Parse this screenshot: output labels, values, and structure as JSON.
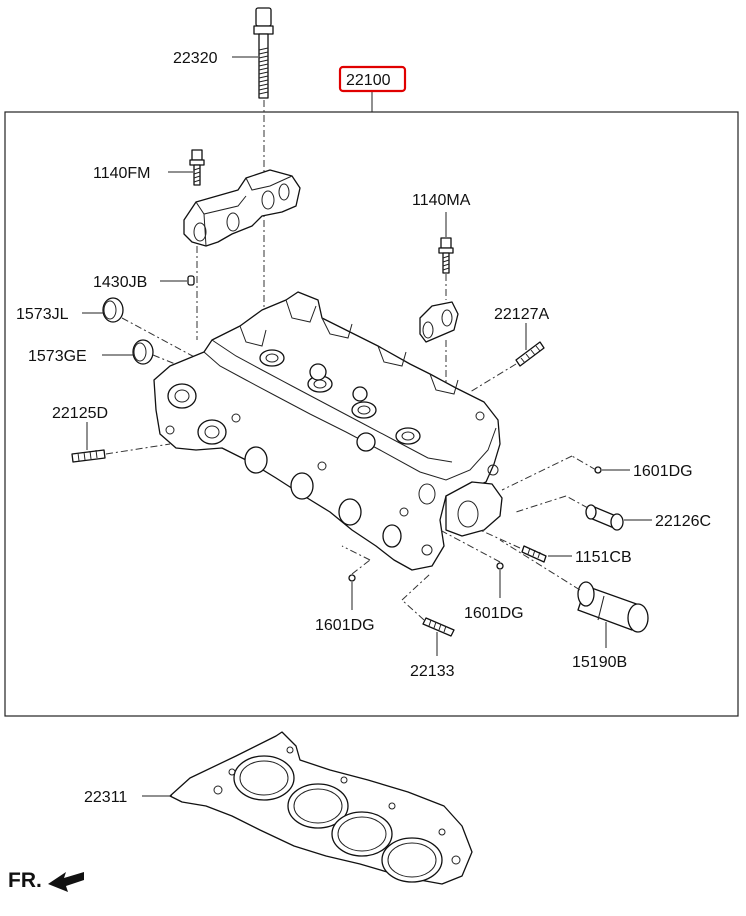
{
  "highlight_color": "#e00000",
  "labels": {
    "p22320": "22320",
    "p22100": "22100",
    "p1140FM": "1140FM",
    "p1140MA": "1140MA",
    "p1430JB": "1430JB",
    "p1573JL": "1573JL",
    "p22127A": "22127A",
    "p1573GE": "1573GE",
    "p22125D": "22125D",
    "p1601DG_right": "1601DG",
    "p22126C": "22126C",
    "p1151CB": "1151CB",
    "p1601DG_bl": "1601DG",
    "p1601DG_bm": "1601DG",
    "p22133": "22133",
    "p15190B": "15190B",
    "p22311": "22311"
  },
  "highlighted_part": "22100",
  "direction": {
    "label": "FR.",
    "icon": "front-arrow-icon"
  }
}
